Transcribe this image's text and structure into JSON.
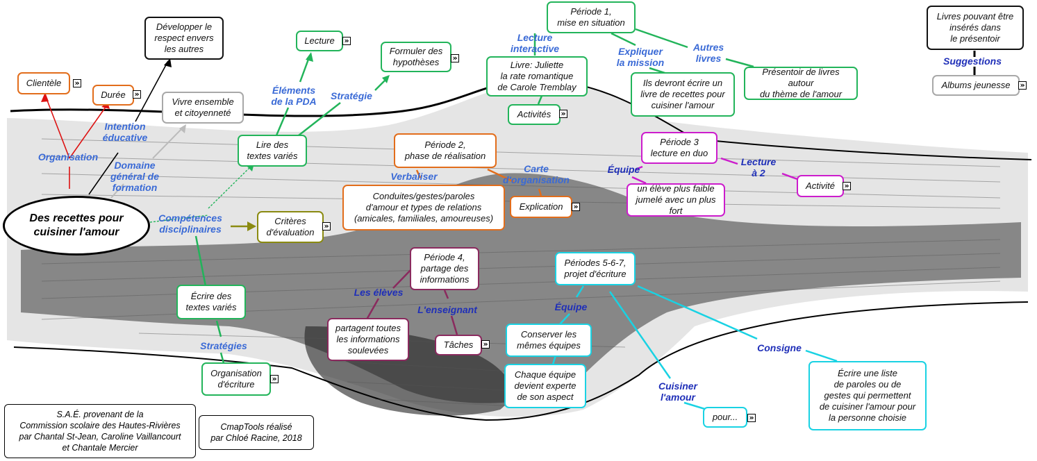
{
  "root": {
    "text": "Des recettes pour\ncuisiner l'amour"
  },
  "nodes": {
    "clientele": "Clientèle",
    "duree": "Durée",
    "respect": "Développer le\nrespect envers\nles autres",
    "vivre": "Vivre ensemble\net citoyenneté",
    "lecture": "Lecture",
    "formuler": "Formuler des\nhypothèses",
    "lire": "Lire des\ntextes variés",
    "criteres": "Critères\nd'évaluation",
    "ecrire": "Écrire des\ntextes variés",
    "organisation_ecriture": "Organisation\nd'écriture",
    "periode1": "Période 1,\nmise en situation",
    "livre": "Livre: Juliette\nla rate romantique\nde Carole Tremblay",
    "activites": "Activités",
    "ils_devront": "Ils devront écrire un\nlivre de recettes pour\ncuisiner l'amour",
    "presentoir": "Présentoir de livres autour\ndu thème de l'amour",
    "livres_pouvant": "Livres pouvant être\ninsérés dans\nle présentoir",
    "albums": "Albums jeunesse",
    "periode2": "Période 2,\nphase de réalisation",
    "conduites": "Conduites/gestes/paroles\nd'amour et types de relations\n(amicales, familiales, amoureuses)",
    "explication": "Explication",
    "periode3": "Période 3\nlecture en duo",
    "eleve_faible": "un élève plus faible\njumelé avec un plus fort",
    "activite": "Activité",
    "periode4": "Période 4,\npartage des\ninformations",
    "partagent": "partagent toutes\nles informations\nsoulevées",
    "taches": "Tâches",
    "periodes567": "Périodes 5-6-7,\nprojet d'écriture",
    "conserver": "Conserver les\nmêmes équipes",
    "chaque_equipe": "Chaque équipe\ndevient experte\nde son aspect",
    "ecrire_liste": "Écrire une liste\nde paroles ou de\ngestes qui permettent\nde cuisiner l'amour pour\nla personne choisie",
    "pour": "pour..."
  },
  "labels": {
    "organisation": "Organisation",
    "intention": "Intention\néducative",
    "domaine": "Domaine\ngénéral de\nformation",
    "competences": "Compétences\ndisciplinaires",
    "elements_pda": "Éléments\nde la PDA",
    "strategie": "Stratégie",
    "strategies": "Stratégies",
    "lecture_interactive": "Lecture\ninteractive",
    "expliquer_mission": "Expliquer\nla mission",
    "autres_livres": "Autres\nlivres",
    "suggestions": "Suggestions",
    "verbaliser": "Verbaliser",
    "carte_organisation": "Carte\nd'organisation",
    "equipe_p3": "Équipe",
    "lecture_a2": "Lecture\nà 2",
    "les_eleves": "Les élèves",
    "l_enseignant": "L'enseignant",
    "equipe_p5": "Équipe",
    "consigne": "Consigne",
    "cuisiner": "Cuisiner\nl'amour"
  },
  "credits": {
    "sae": "S.A.É. provenant de la\nCommission scolaire des Hautes-Rivières\npar Chantal St-Jean, Caroline Vaillancourt\net Chantale Mercier",
    "cmap": "CmapTools réalisé\npar Chloé Racine, 2018"
  },
  "icons": {
    "expand": "expand-icon",
    "glyph": "»"
  },
  "colors": {
    "green": "#22b45a",
    "orange": "#e26d1b",
    "magenta": "#cc1ccc",
    "purple": "#8a2a5e",
    "cyan": "#19d2e3",
    "olive": "#8a8a10",
    "red": "#dd1111",
    "gray": "#bbbbbb",
    "label_light": "#3a6ad6",
    "label_dark": "#1f2fb8"
  }
}
